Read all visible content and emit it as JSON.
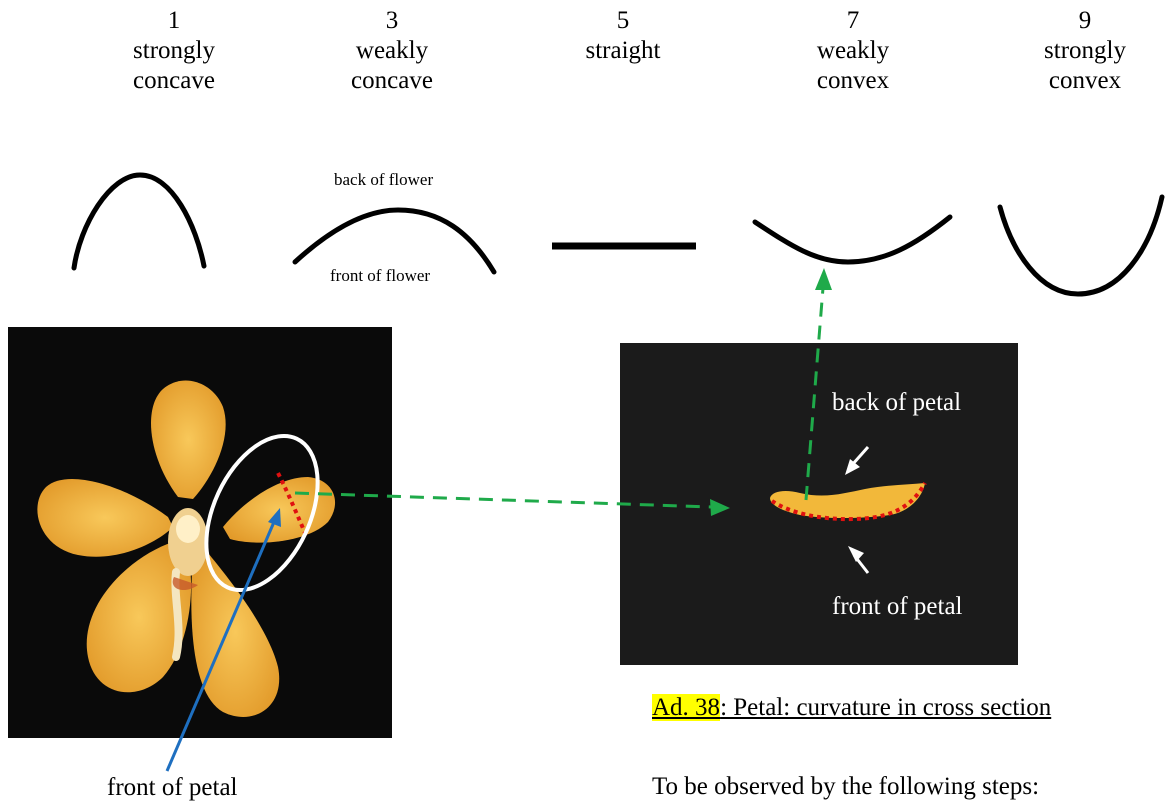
{
  "scale": [
    {
      "number": "1",
      "line1": "strongly",
      "line2": "concave"
    },
    {
      "number": "3",
      "line1": "weakly",
      "line2": "concave"
    },
    {
      "number": "5",
      "line1": "straight",
      "line2": ""
    },
    {
      "number": "7",
      "line1": "weakly",
      "line2": "convex"
    },
    {
      "number": "9",
      "line1": "strongly",
      "line2": "convex"
    }
  ],
  "diagram_labels": {
    "back_of_flower": "back of flower",
    "front_of_flower": "front of flower"
  },
  "petal_photo": {
    "back_of_petal": "back of petal",
    "front_of_petal": "front of petal"
  },
  "flower_photo": {
    "front_of_petal": "front of petal"
  },
  "caption": {
    "ref": "Ad. 38",
    "title": ":  Petal:  curvature in cross section",
    "steps": "To be observed by the following steps:"
  },
  "colors": {
    "arrow_green": "#1faa4a",
    "arrow_blue": "#1e6fc0",
    "dotted_red": "#e01010",
    "petal_yellow": "#f2b83a",
    "highlight": "#ffff00"
  }
}
